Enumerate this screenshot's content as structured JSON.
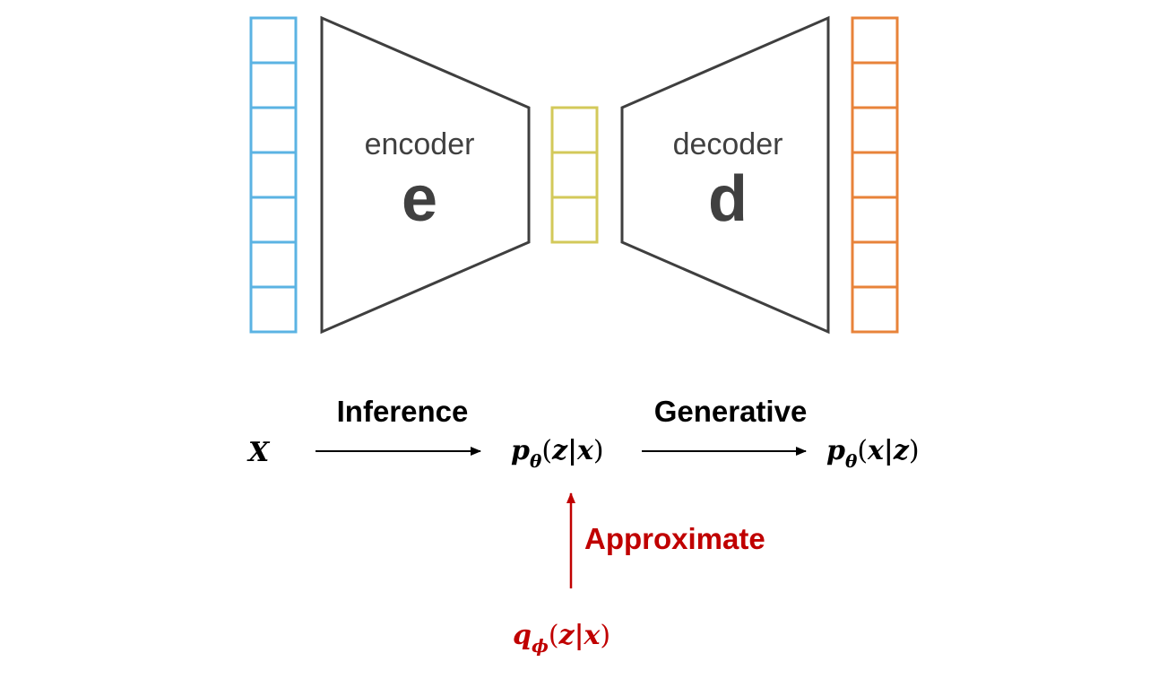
{
  "colors": {
    "input": "#5bb3e3",
    "latent": "#d3c95a",
    "output": "#e8833a",
    "block_stroke": "#3f3f3f",
    "text_dark": "#404040",
    "arrow": "#000000",
    "approx": "#c00000"
  },
  "vectors": {
    "input_cells": 7,
    "latent_cells": 3,
    "output_cells": 7
  },
  "encoder": {
    "label": "encoder",
    "letter": "e"
  },
  "decoder": {
    "label": "decoder",
    "letter": "d"
  },
  "flow": {
    "x_symbol": "X",
    "inference_label": "Inference",
    "generative_label": "Generative",
    "approximate_label": "Approximate",
    "posterior": {
      "var": "p",
      "sub": "θ",
      "args": "z|x"
    },
    "likelihood": {
      "var": "p",
      "sub": "θ",
      "args": "x|z"
    },
    "approx_posterior": {
      "var": "q",
      "sub": "ϕ",
      "args": "z|x"
    }
  }
}
